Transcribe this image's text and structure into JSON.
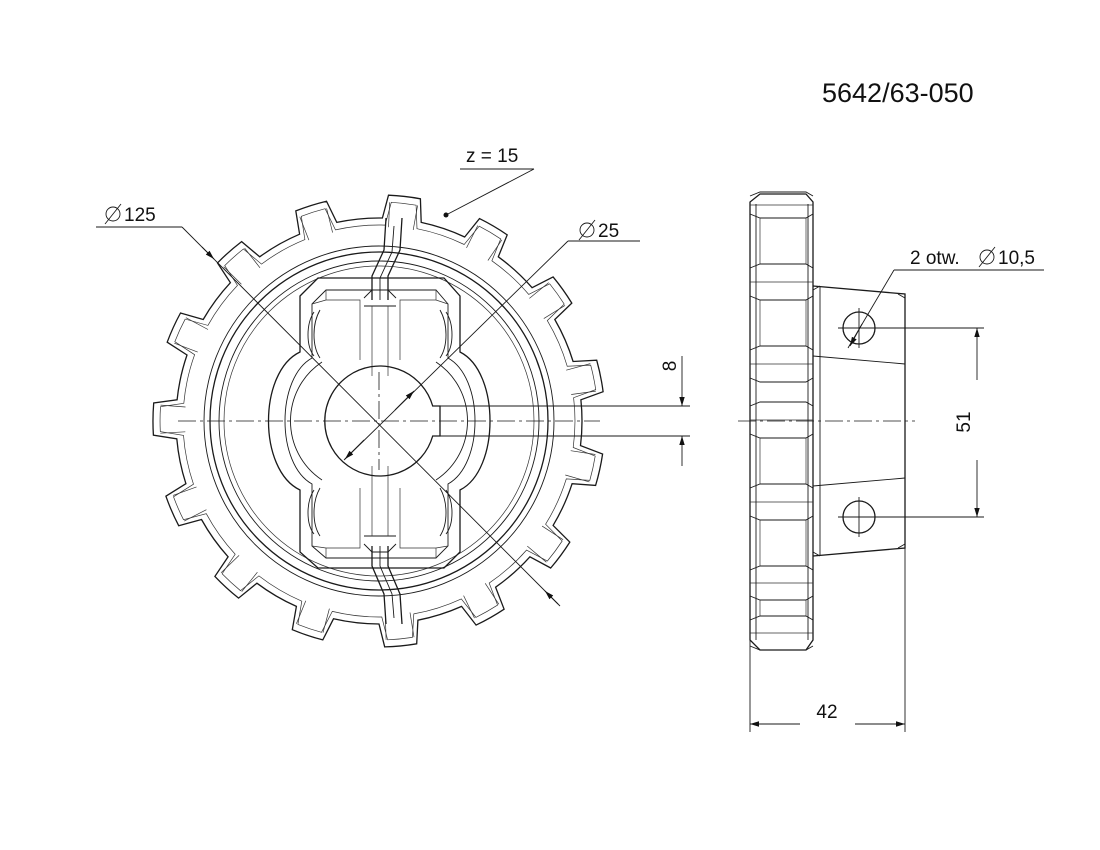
{
  "title": "5642/63-050",
  "dimensions": {
    "teeth": "z = 15",
    "outer_diameter": "125",
    "bore_diameter": "25",
    "keyway": "8",
    "hole_spacing": "51",
    "holes": "2 otw.",
    "hole_diameter": "10,5",
    "hub_width": "42"
  },
  "tooth_count": 15,
  "colors": {
    "line": "#1a1a1a",
    "background": "#ffffff"
  }
}
